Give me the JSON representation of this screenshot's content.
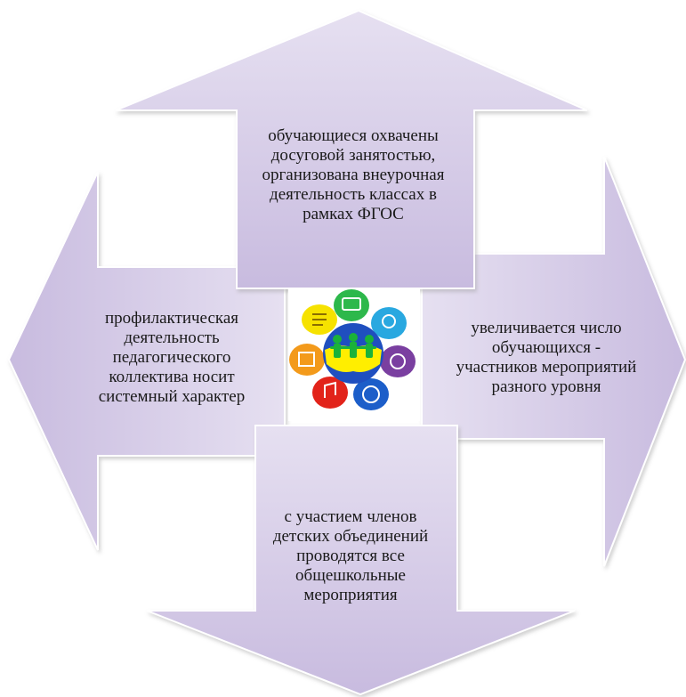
{
  "diagram": {
    "arrows": {
      "top": "обучающиеся охвачены\nдосуговой занятостью,\nорганизована внеурочная\nдеятельность классах в\nрамках ФГОС",
      "right": "увеличивается число\nобучающихся -\nучастников мероприятий\nразного уровня",
      "bottom": "с участием членов\nдетских объединений\nпроводятся все\nобщешкольные\nмероприятия",
      "left": "профилактическая\nдеятельность\nпедагогического\nколлектива носит\nсистемный характер"
    },
    "colors": {
      "arrow_fill": "#cbbfe0",
      "arrow_fill_light": "#e9e3f3",
      "arrow_stroke": "#ffffff",
      "globe_blue": "#1f4fbf",
      "land_yellow": "#ffee00",
      "people_green": "#1ab23a"
    },
    "logo": {
      "petal_colors": [
        "#2db84b",
        "#29a8e0",
        "#7a3fa0",
        "#1c5ec9",
        "#e2231a",
        "#f39a1b",
        "#f6e200"
      ],
      "petal_icons": [
        "computer-icon",
        "sun-cloud-icon",
        "palette-icon",
        "globe-icon",
        "music-icon",
        "book-icon",
        "text-icon"
      ]
    }
  }
}
